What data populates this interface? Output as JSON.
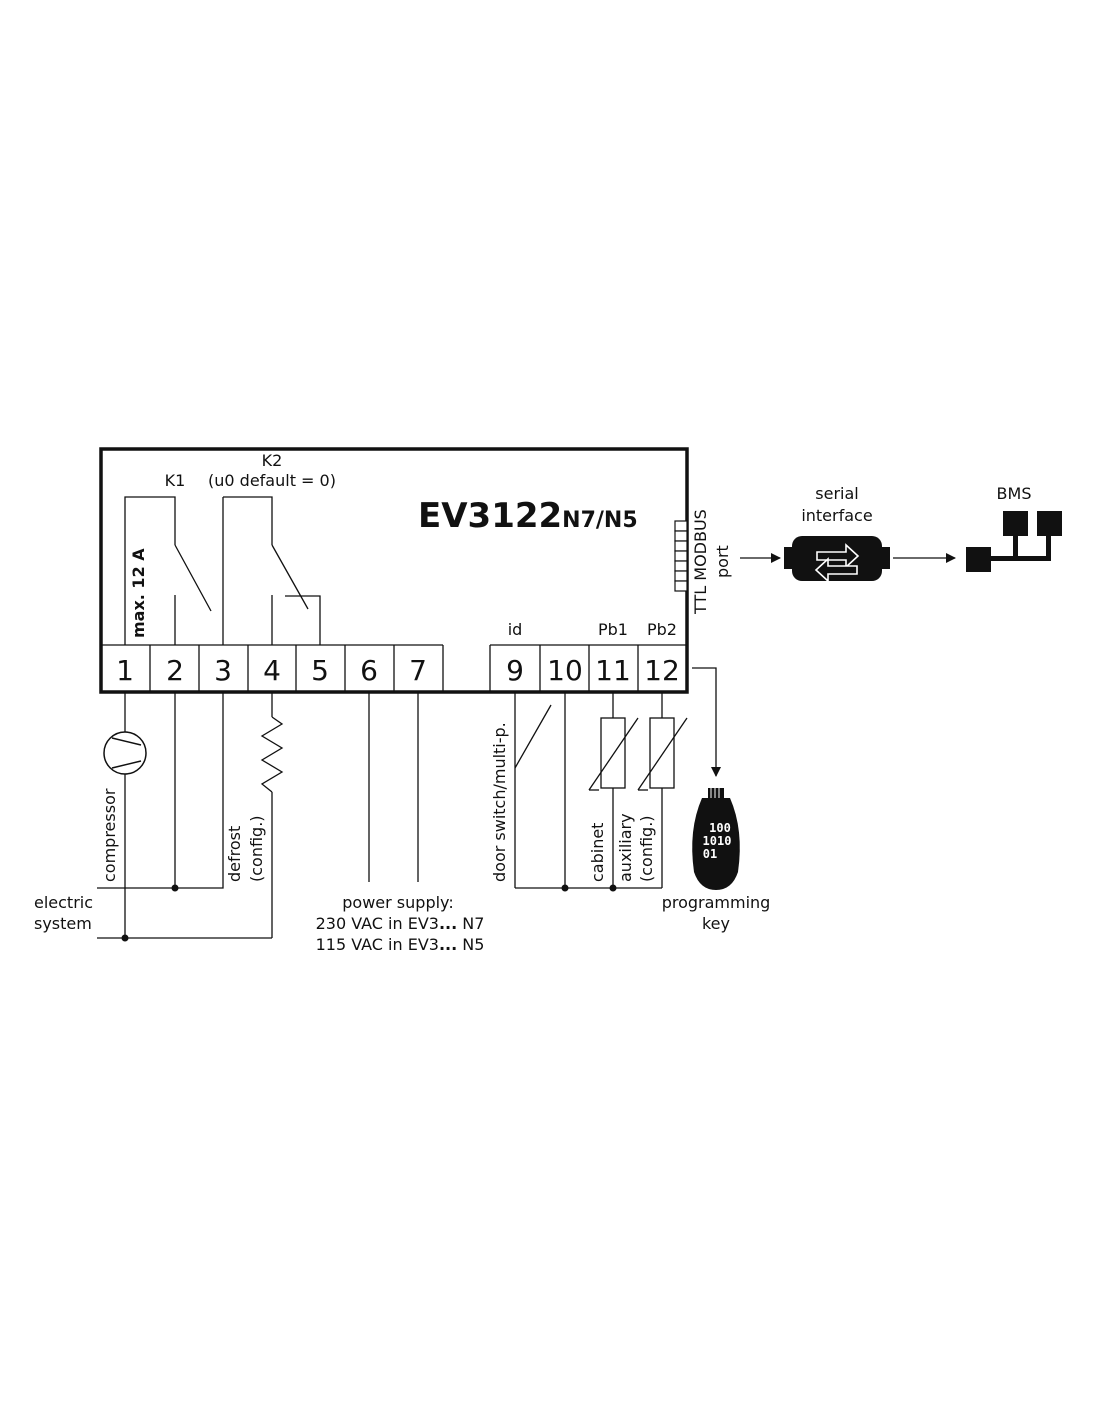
{
  "controller": {
    "model_main": "EV3122",
    "model_suffix": "N7/N5",
    "relay_k1": "K1",
    "relay_k2": "K2",
    "relay_k2_note": "(u0 default = 0)",
    "max_current": "max. 12 A",
    "terminals": [
      "1",
      "2",
      "3",
      "4",
      "5",
      "6",
      "7",
      "9",
      "10",
      "11",
      "12"
    ],
    "input_id": "id",
    "input_pb1": "Pb1",
    "input_pb2": "Pb2",
    "port_label_line1": "TTL MODBUS",
    "port_label_line2": "port"
  },
  "loads": {
    "compressor": "compressor",
    "defrost": "defrost",
    "defrost_config": "(config.)",
    "electric_system_line1": "electric",
    "electric_system_line2": "system",
    "power_supply_title": "power supply:",
    "power_230_prefix": "230 VAC in EV3",
    "power_230_dots": "...",
    "power_230_suffix": " N7",
    "power_115_prefix": "115 VAC in EV3",
    "power_115_dots": "...",
    "power_115_suffix": " N5",
    "door_switch": "door switch/multi-p.",
    "cabinet": "cabinet",
    "auxiliary": "auxiliary",
    "auxiliary_config": "(config.)"
  },
  "network": {
    "serial_line1": "serial",
    "serial_line2": "interface",
    "bms": "BMS",
    "programming_line1": "programming",
    "programming_line2": "key",
    "key_bits": [
      "100",
      "1010",
      "01"
    ]
  }
}
